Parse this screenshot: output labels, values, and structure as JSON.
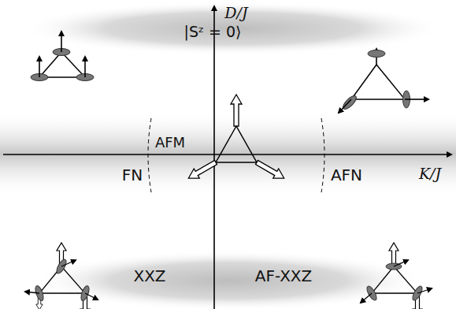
{
  "diagram": {
    "labels": [
      "D/J",
      "|Sᶻ = 0⟩",
      "AFM",
      "FN",
      "AFN",
      "K/J",
      "XXZ",
      "AF-XXZ"
    ]
  }
}
